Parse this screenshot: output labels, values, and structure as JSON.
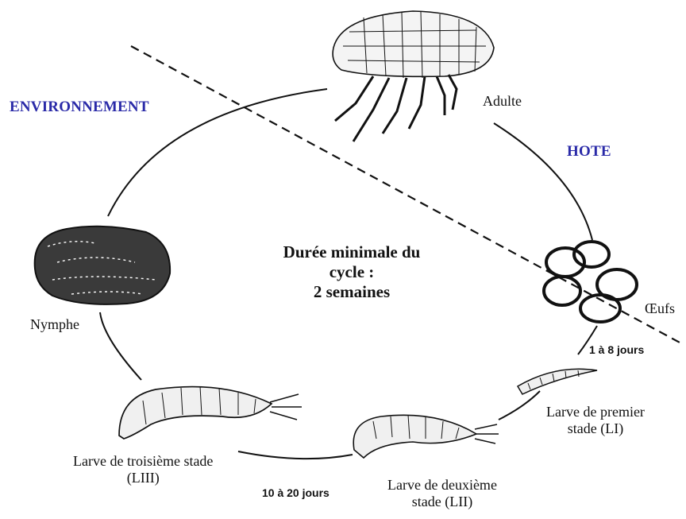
{
  "zones": {
    "environment": "ENVIRONNEMENT",
    "host": "HOTE"
  },
  "center": {
    "line1": "Durée minimale du",
    "line2": "cycle :",
    "line3": "2 semaines"
  },
  "stages": {
    "adult": "Adulte",
    "eggs": "Œufs",
    "larva1": {
      "line1": "Larve de premier",
      "line2": "stade (LI)"
    },
    "larva2": {
      "line1": "Larve de deuxième",
      "line2": "stade (LII)"
    },
    "larva3": {
      "line1": "Larve de troisième stade",
      "line2": "(LIII)"
    },
    "nymph": "Nymphe"
  },
  "durations": {
    "eggs_to_larva": "1 à 8 jours",
    "larval_period": "10 à 20 jours"
  },
  "colors": {
    "zone_label": "#2a2aa8",
    "line": "#111111"
  },
  "icons": [
    "flea-adult-icon",
    "eggs-icon",
    "larva-icon",
    "nymph-cocoon-icon"
  ]
}
